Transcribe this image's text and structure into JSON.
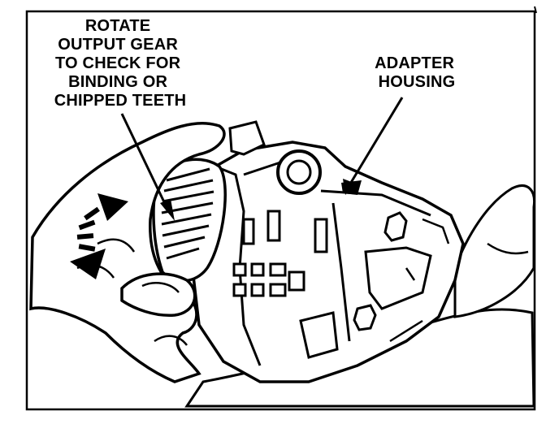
{
  "figure": {
    "ink_color": "#000000",
    "paper_color": "#ffffff",
    "callouts": {
      "rotate": {
        "lines": [
          "ROTATE",
          "OUTPUT GEAR",
          "TO CHECK FOR",
          "BINDING OR",
          "CHIPPED TEETH"
        ]
      },
      "adapter": {
        "lines": [
          "ADAPTER",
          "HOUSING"
        ]
      }
    }
  }
}
